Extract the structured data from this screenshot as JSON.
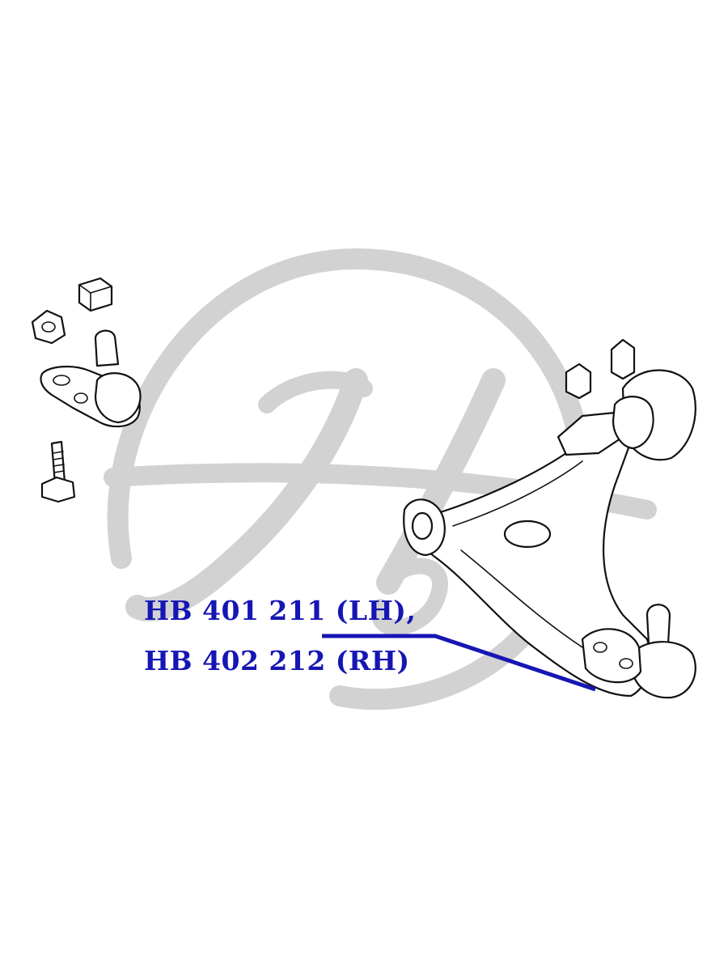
{
  "colors": {
    "background": "#ffffff",
    "watermark": "#d2d2d2",
    "line_art": "#111111",
    "callout": "#1616b4"
  },
  "watermark": {
    "icon": "hb-logo-watermark"
  },
  "callout": {
    "part_number_lh": "HB 401 211 (LH),",
    "part_number_rh": "HB 402 212 (RH)"
  }
}
